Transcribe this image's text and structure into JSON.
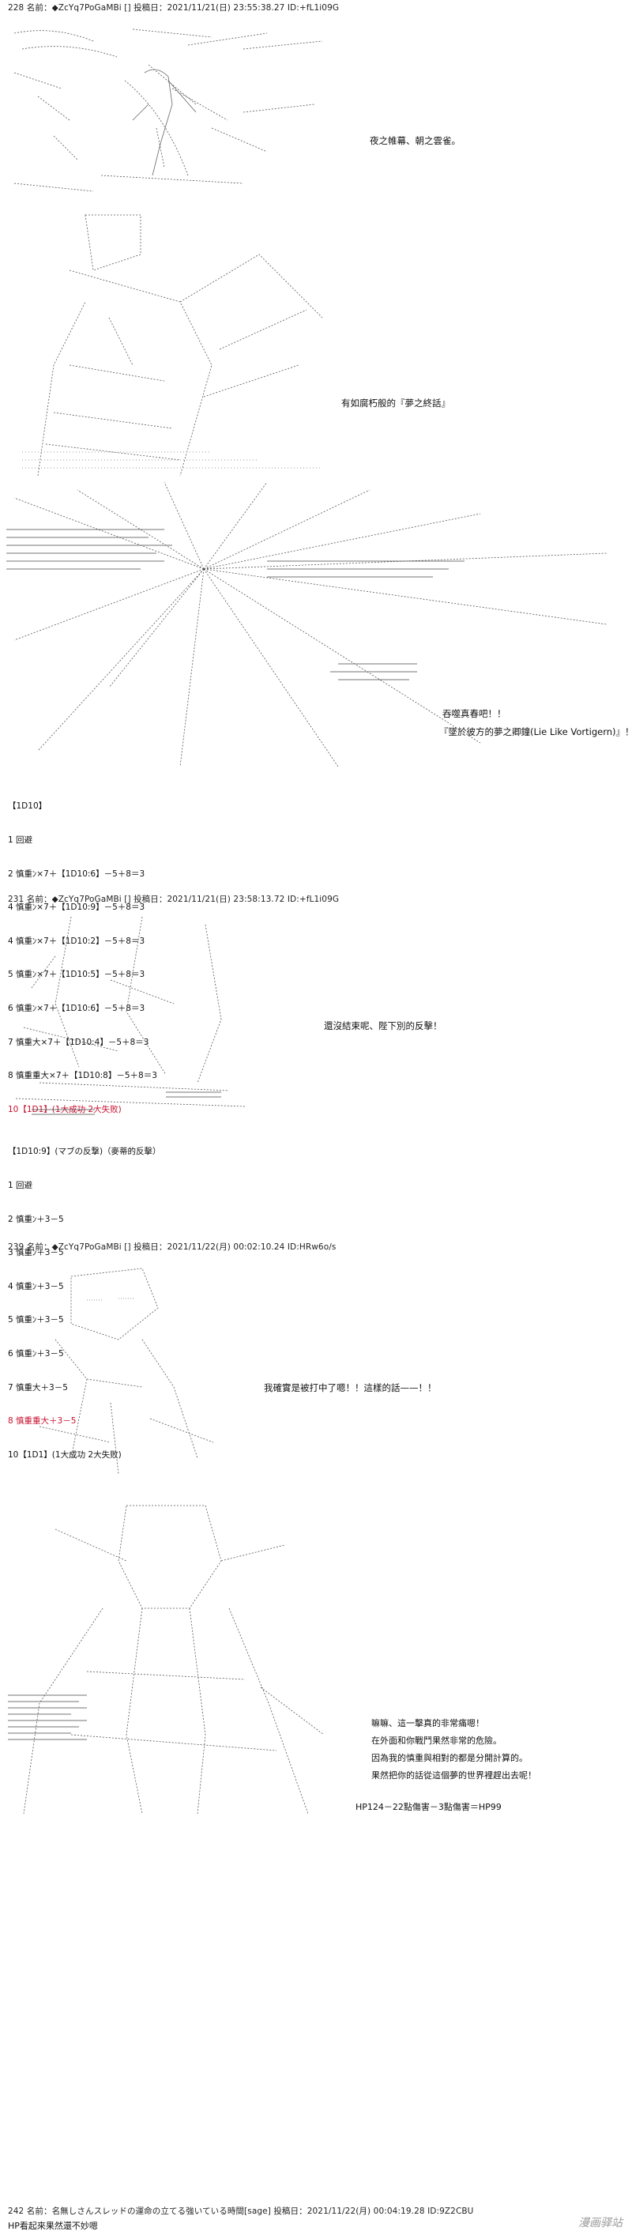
{
  "posts": [
    {
      "header": "228 名前：◆ZcYq7PoGaMBi [] 投稿日：2021/11/21(日) 23:55:38.27 ID:+fL1i09G",
      "dialogue": [
        "夜之帷幕、朝之雲雀。"
      ]
    },
    {
      "dialogue": [
        "有如腐朽般的『夢之終話』"
      ]
    },
    {
      "dialogue": [
        "吞噬真春吧！！",
        "『墜於彼方的夢之卿鐘(Lie Like Vortigern)』！！"
      ],
      "roll_lines": [
        {
          "text": "【1D10】",
          "color": "normal"
        },
        {
          "text": "1 回避",
          "color": "normal"
        },
        {
          "text": "2 慎重ﾝ×7＋【1D10:6】－5＋8＝3",
          "color": "normal"
        },
        {
          "text": "4 慎重ﾝ×7＋【1D10:9】－5＋8＝3",
          "color": "normal"
        },
        {
          "text": "4 慎重ﾝ×7＋【1D10:2】－5＋8＝3",
          "color": "normal"
        },
        {
          "text": "5 慎重ﾝ×7＋【1D10:5】－5＋8＝3",
          "color": "normal"
        },
        {
          "text": "6 慎重ﾝ×7＋【1D10:6】－5＋8＝3",
          "color": "normal"
        },
        {
          "text": "7 慎重大×7＋【1D10:4】－5＋8＝3",
          "color": "normal"
        },
        {
          "text": "8 慎重重大×7＋【1D10:8】－5＋8＝3",
          "color": "normal"
        },
        {
          "text": "10【1D1】(1大成功 2大失败)",
          "color": "red"
        }
      ]
    },
    {
      "header": "231 名前：◆ZcYq7PoGaMBi [] 投稿日：2021/11/21(日) 23:58:13.72 ID:+fL1i09G",
      "dialogue": [
        "還沒結束呢、陛下別的反擊！"
      ],
      "roll_lines": [
        {
          "text": "【1D10:9】(マブの反撃)（麥蒂的反擊）",
          "color": "normal"
        },
        {
          "text": "1 回避",
          "color": "normal"
        },
        {
          "text": "2 慎重ﾝ＋3－5",
          "color": "normal"
        },
        {
          "text": "3 慎重ﾝ＋3－5",
          "color": "normal"
        },
        {
          "text": "4 慎重ﾝ＋3－5",
          "color": "normal"
        },
        {
          "text": "5 慎重ﾝ＋3－5",
          "color": "normal"
        },
        {
          "text": "6 慎重ﾝ＋3－5",
          "color": "normal"
        },
        {
          "text": "7 慎重大＋3－5",
          "color": "normal"
        },
        {
          "text": "8 慎重重大＋3－5",
          "color": "red"
        },
        {
          "text": "10【1D1】(1大成功 2大失败)",
          "color": "normal"
        }
      ]
    },
    {
      "header": "239 名前：◆ZcYq7PoGaMBi [] 投稿日：2021/11/22(月) 00:02:10.24 ID:HRw6o/s",
      "dialogue": [
        "我確實是被打中了嗯！！這樣的話——！！"
      ]
    },
    {
      "dialogue": [
        "嘛嘛、這一擊真的非常痛嗯！",
        "在外面和你戰鬥果然非常的危險。",
        "因為我的慎重與相對的都是分開計算的。",
        "果然把你的話從這個夢的世界裡趕出去呢！",
        "HP124－22點傷害－3點傷害＝HP99"
      ]
    },
    {
      "header": "242 名前：名無しさんスレッドの運命の立てる強いている時間[sage] 投稿日：2021/11/22(月) 00:04:19.28 ID:9Z2CBU",
      "dialogue": [
        "HP看起來果然還不妙嗯"
      ]
    }
  ],
  "watermark": "漫画驿站"
}
